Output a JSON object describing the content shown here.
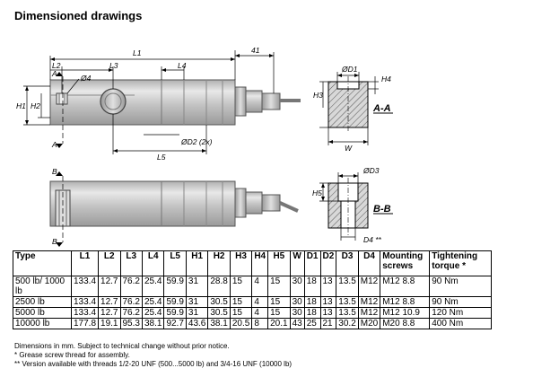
{
  "title": "Dimensioned drawings",
  "drawing": {
    "labels": {
      "L1": "L1",
      "L2": "L2",
      "L3": "L3",
      "L4": "L4",
      "L5": "L5",
      "dim41": "41",
      "H1": "H1",
      "H2": "H2",
      "H3": "H3",
      "H4": "H4",
      "H5": "H5",
      "D4hole": "Ø4",
      "D2": "ØD2 (2x)",
      "D1": "ØD1",
      "D3": "ØD3",
      "W": "W",
      "D4star": "D4 **",
      "A": "A",
      "B": "B",
      "AA": "A-A",
      "BB": "B-B"
    }
  },
  "table": {
    "headers": [
      "Type",
      "L1",
      "L2",
      "L3",
      "L4",
      "L5",
      "H1",
      "H2",
      "H3",
      "H4",
      "H5",
      "W",
      "D1",
      "D2",
      "D3",
      "D4",
      "Mounting screws",
      "Tightening torque *"
    ],
    "rows": [
      [
        "500 lb/ 1000 lb",
        "133.4",
        "12.7",
        "76.2",
        "25.4",
        "59.9",
        "31",
        "28.8",
        "15",
        "4",
        "15",
        "30",
        "18",
        "13",
        "13.5",
        "M12",
        "M12  8.8",
        "90 Nm"
      ],
      [
        "2500 lb",
        "133.4",
        "12.7",
        "76.2",
        "25.4",
        "59.9",
        "31",
        "30.5",
        "15",
        "4",
        "15",
        "30",
        "18",
        "13",
        "13.5",
        "M12",
        "M12  8.8",
        "90 Nm"
      ],
      [
        "5000 lb",
        "133.4",
        "12.7",
        "76.2",
        "25.4",
        "59.9",
        "31",
        "30.5",
        "15",
        "4",
        "15",
        "30",
        "18",
        "13",
        "13.5",
        "M12",
        "M12  10.9",
        "120 Nm"
      ],
      [
        "10000 lb",
        "177.8",
        "19.1",
        "95.3",
        "38.1",
        "92.7",
        "43.6",
        "38.1",
        "20.5",
        "8",
        "20.1",
        "43",
        "25",
        "21",
        "30.2",
        "M20",
        "M20  8.8",
        "400 Nm"
      ]
    ]
  },
  "notes": [
    "Dimensions in mm. Subject to technical change without prior notice.",
    "* Grease screw thread for assembly.",
    "** Version available with threads 1/2-20 UNF (500...5000 lb) and 3/4-16 UNF (10000 lb)"
  ]
}
